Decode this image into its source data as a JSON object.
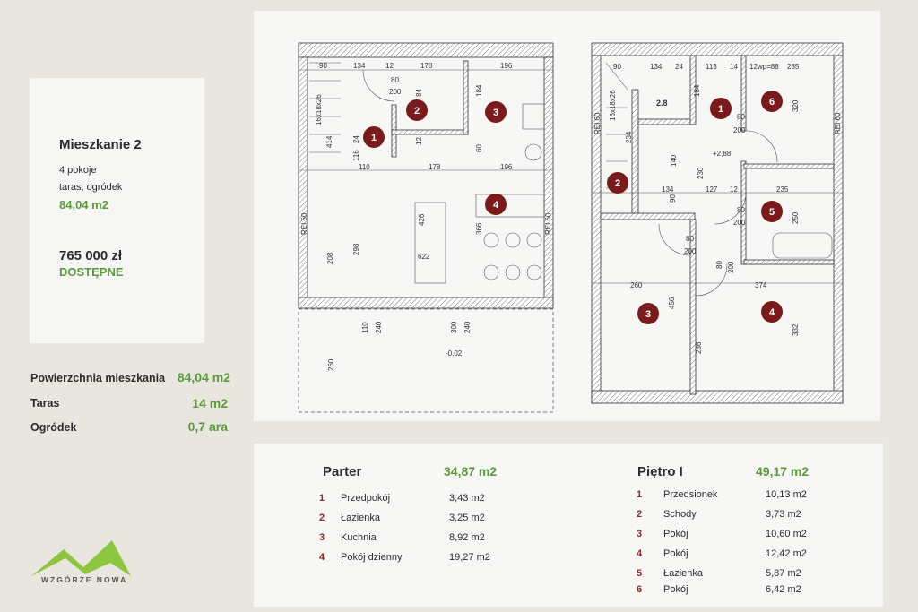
{
  "apartment": {
    "title": "Mieszkanie 2",
    "rooms": "4 pokoje",
    "extras": "taras, ogródek",
    "area": "84,04 m2",
    "price": "765 000 zł",
    "status": "DOSTĘPNE"
  },
  "stats": [
    {
      "label": "Powierzchnia mieszkania",
      "value": "84,04 m2"
    },
    {
      "label": "Taras",
      "value": "14 m2"
    },
    {
      "label": "Ogródek",
      "value": "0,7 ara"
    }
  ],
  "brand": {
    "name": "WZGÓRZE NOWA",
    "color": "#8cc63f"
  },
  "colors": {
    "accent": "#5b9a3a",
    "marker": "#7a1a1a",
    "background": "#e9e6e0"
  },
  "ground": {
    "title": "Parter",
    "total": "34,87 m2",
    "rooms": [
      {
        "n": "1",
        "name": "Przedpokój",
        "area": "3,43 m2"
      },
      {
        "n": "2",
        "name": "Łazienka",
        "area": "3,25 m2"
      },
      {
        "n": "3",
        "name": "Kuchnia",
        "area": "8,92 m2"
      },
      {
        "n": "4",
        "name": "Pokój dzienny",
        "area": "19,27 m2"
      }
    ]
  },
  "first": {
    "title": "Piętro I",
    "total": "49,17 m2",
    "rooms": [
      {
        "n": "1",
        "name": "Przedsionek",
        "area": "10,13 m2"
      },
      {
        "n": "2",
        "name": "Schody",
        "area": "3,73 m2"
      },
      {
        "n": "3",
        "name": "Pokój",
        "area": "10,60 m2"
      },
      {
        "n": "4",
        "name": "Pokój",
        "area": "12,42 m2"
      },
      {
        "n": "5",
        "name": "Łazienka",
        "area": "5,87 m2"
      },
      {
        "n": "6",
        "name": "Pokój",
        "area": "6,42 m2"
      }
    ]
  },
  "plan_labels": {
    "ground": [
      "90",
      "134",
      "12",
      "178",
      "196",
      "80",
      "200",
      "84",
      "184",
      "16x18x26",
      "414",
      "116",
      "24",
      "12",
      "60",
      "110",
      "178",
      "196",
      "426",
      "622",
      "366",
      "298",
      "208",
      "110",
      "240",
      "300",
      "240",
      "260",
      "-0,02",
      "REI 60",
      "REI 60"
    ],
    "first": [
      "90",
      "134",
      "24",
      "113",
      "14",
      "12wp=88",
      "235",
      "2.8",
      "184",
      "320",
      "80",
      "200",
      "16x18x26",
      "234",
      "140",
      "230",
      "+2,88",
      "134",
      "127",
      "12",
      "235",
      "90",
      "80",
      "200",
      "250",
      "80",
      "200",
      "80",
      "200",
      "260",
      "374",
      "456",
      "332",
      "236",
      "REI 60",
      "REI 60"
    ]
  }
}
